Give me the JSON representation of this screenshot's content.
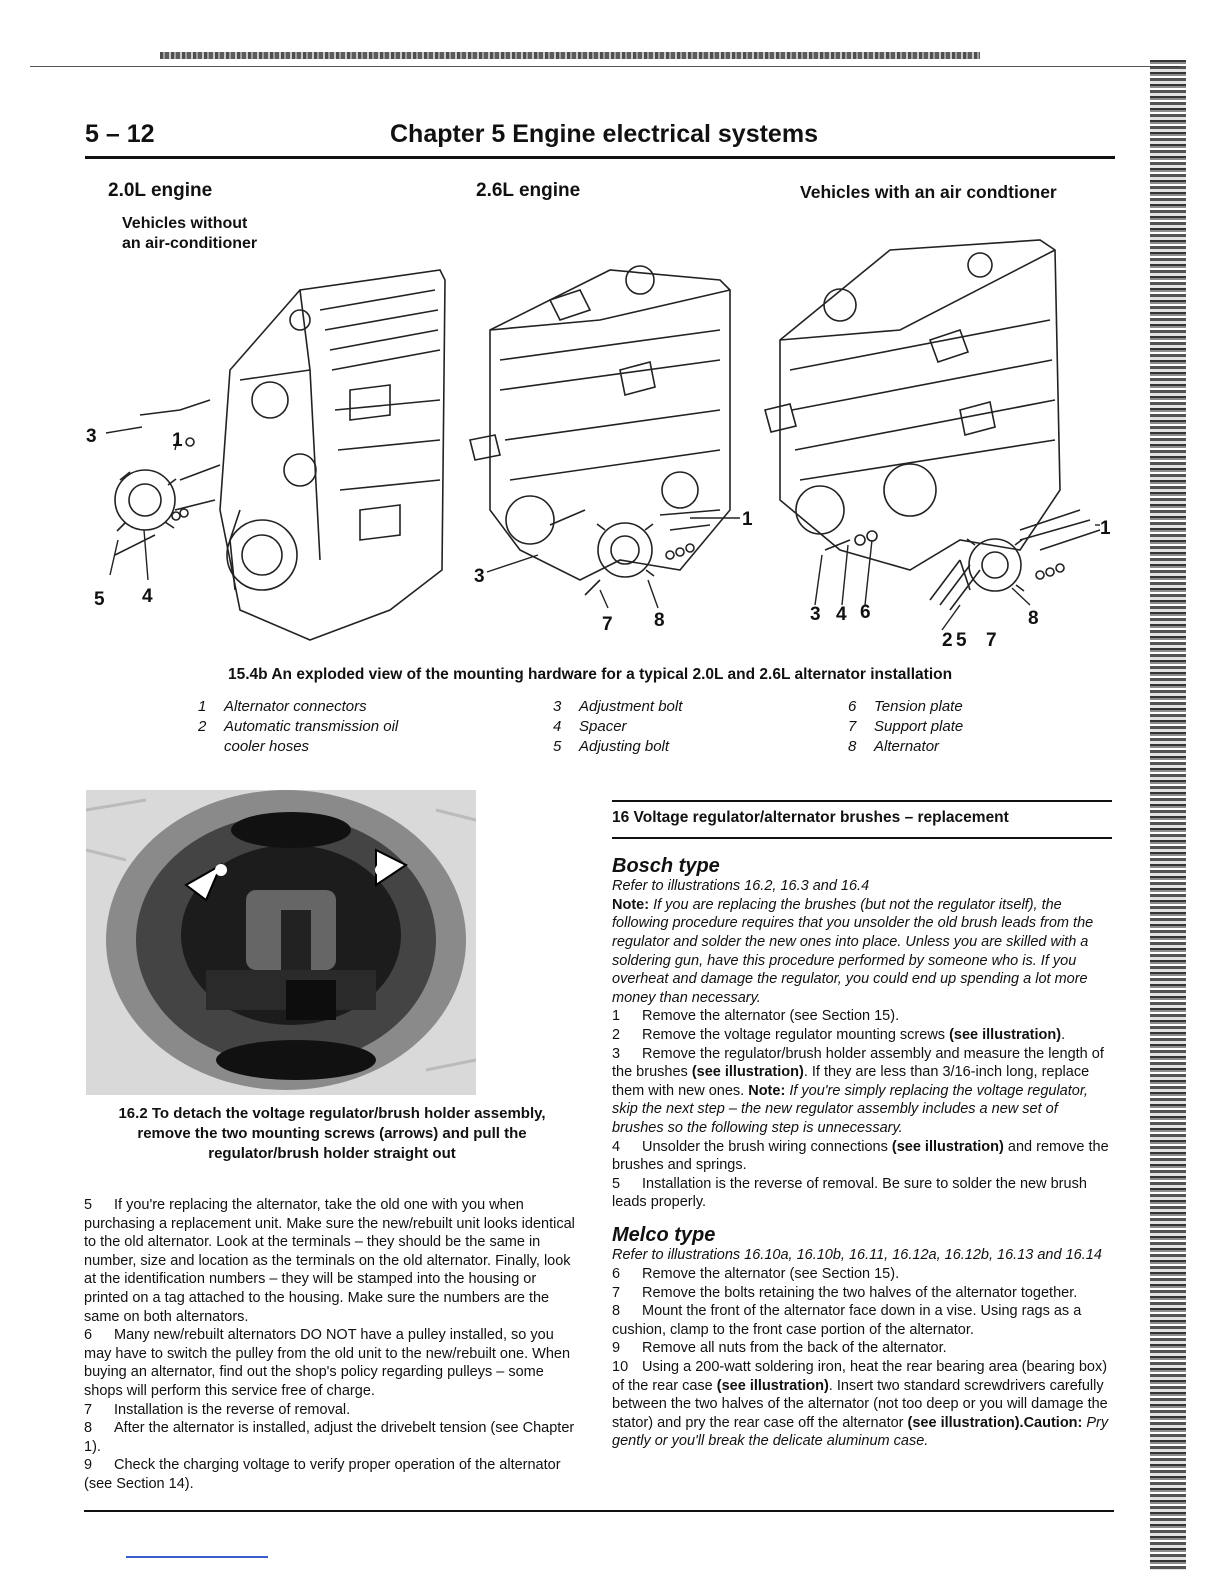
{
  "header": {
    "page_number": "5 – 12",
    "chapter_title": "Chapter 5   Engine electrical systems"
  },
  "figure": {
    "engine_20": "2.0L engine",
    "engine_20_sub": [
      "Vehicles without",
      "an air-conditioner"
    ],
    "engine_26": "2.6L engine",
    "engine_ac": "Vehicles with an air condtioner",
    "callouts_20": [
      "3",
      "1",
      "5",
      "4"
    ],
    "callouts_26": [
      "1",
      "3",
      "7",
      "8"
    ],
    "callouts_ac": [
      "1",
      "3",
      "4",
      "6",
      "8",
      "2",
      "5",
      "7"
    ],
    "caption": "15.4b   An exploded view of the mounting hardware for a typical 2.0L and 2.6L alternator installation",
    "legend": [
      [
        {
          "n": "1",
          "t": "Alternator connectors"
        },
        {
          "n": "2",
          "t": "Automatic transmission oil"
        },
        {
          "n": "",
          "t": "cooler hoses"
        }
      ],
      [
        {
          "n": "3",
          "t": "Adjustment bolt"
        },
        {
          "n": "4",
          "t": "Spacer"
        },
        {
          "n": "5",
          "t": "Adjusting bolt"
        }
      ],
      [
        {
          "n": "6",
          "t": "Tension plate"
        },
        {
          "n": "7",
          "t": "Support plate"
        },
        {
          "n": "8",
          "t": "Alternator"
        }
      ]
    ]
  },
  "photo": {
    "caption": "16.2   To detach the voltage regulator/brush holder assembly, remove the two mounting screws (arrows) and pull the regulator/brush holder straight out"
  },
  "left_column": [
    {
      "n": "5",
      "text": "If you're replacing the alternator, take the old one with you when purchasing a replacement unit. Make sure the new/rebuilt unit looks identical to the old alternator. Look at the terminals – they should be the same in number, size and location as the terminals on the old alternator. Finally, look at the identification numbers – they will be stamped into the housing or printed on a tag attached to the housing. Make sure the numbers are the same on both alternators."
    },
    {
      "n": "6",
      "text": "Many new/rebuilt alternators DO NOT have a pulley installed, so you may have to switch the pulley from the old unit to the new/rebuilt one. When buying an alternator, find out the shop's policy regarding pulleys – some shops will perform this service free of charge."
    },
    {
      "n": "7",
      "text": "Installation is the reverse of removal."
    },
    {
      "n": "8",
      "text": "After the alternator is installed, adjust the drivebelt tension (see Chapter 1)."
    },
    {
      "n": "9",
      "text": "Check the charging voltage to verify proper operation of the alternator (see Section 14)."
    }
  ],
  "right_column": {
    "section_title": "16   Voltage regulator/alternator brushes – replacement",
    "bosch": {
      "title": "Bosch type",
      "refer": "Refer to illustrations 16.2, 16.3 and 16.4",
      "note_label": "Note:",
      "note_text": "If you are replacing the brushes (but not the regulator itself), the following procedure requires that you unsolder the old brush leads from the regulator and solder the new ones into place. Unless you are skilled with a soldering gun, have this procedure performed by someone who is. If you overheat and damage the regulator, you could end up spending a lot more money than necessary.",
      "steps": [
        {
          "n": "1",
          "a": "Remove the alternator (see Section 15).",
          "b": "",
          "c": "",
          "d": "",
          "e": ""
        },
        {
          "n": "2",
          "a": "Remove the voltage regulator mounting screws ",
          "b": "(see illustration)",
          "c": ".",
          "d": "",
          "e": ""
        },
        {
          "n": "3",
          "a": "Remove the regulator/brush holder assembly and measure the length of the brushes ",
          "b": "(see illustration)",
          "c": ". If they are less than 3/16-inch long, replace them with new ones. ",
          "d": "Note:",
          "e": "If you're simply replacing the voltage regulator, skip the next step – the new regulator assembly includes a new set of brushes so the following step is unnecessary."
        },
        {
          "n": "4",
          "a": "Unsolder the brush wiring connections ",
          "b": "(see illustration)",
          "c": " and remove the brushes and springs.",
          "d": "",
          "e": ""
        },
        {
          "n": "5",
          "a": "Installation is the reverse of removal. Be sure to solder the new brush leads properly.",
          "b": "",
          "c": "",
          "d": "",
          "e": ""
        }
      ]
    },
    "melco": {
      "title": "Melco type",
      "refer": "Refer to illustrations 16.10a, 16.10b, 16.11, 16.12a, 16.12b, 16.13 and 16.14",
      "steps": [
        {
          "n": "6",
          "a": "Remove the alternator (see Section 15).",
          "b": "",
          "c": "",
          "d": "",
          "e": ""
        },
        {
          "n": "7",
          "a": "Remove the bolts retaining the two halves of the alternator together.",
          "b": "",
          "c": "",
          "d": "",
          "e": ""
        },
        {
          "n": "8",
          "a": "Mount the front of the alternator face down in a vise. Using rags as a cushion, clamp to the front case portion of the alternator.",
          "b": "",
          "c": "",
          "d": "",
          "e": ""
        },
        {
          "n": "9",
          "a": "Remove all nuts from the back of the alternator.",
          "b": "",
          "c": "",
          "d": "",
          "e": ""
        },
        {
          "n": "10",
          "a": "Using a 200-watt soldering iron, heat the rear bearing area (bearing box) of the rear case ",
          "b": "(see illustration)",
          "c": ". Insert two standard screwdrivers carefully between the two halves of the alternator (not too deep or you will damage the stator) and pry the rear case off the alternator ",
          "d": "(see illustration).",
          "e": ""
        }
      ],
      "caution_label": "Caution:",
      "caution_text": "Pry gently or you'll break the delicate aluminum case."
    }
  }
}
